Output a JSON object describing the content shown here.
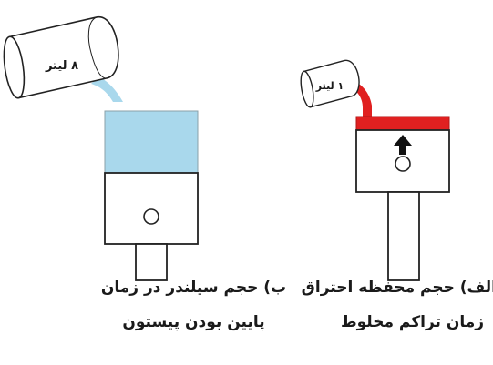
{
  "left_diagram": {
    "container_label": "۸ لیتر",
    "caption_line1": "ب) حجم سیلندر در زمان",
    "caption_line2": "پایین بودن پیستون"
  },
  "right_diagram": {
    "container_label": "۱ لیتر",
    "caption_line1": "الف) حجم محفظه احتراق",
    "caption_line2": "زمان تراکم مخلوط"
  },
  "colors": {
    "water": "#a9d8ec",
    "combustion_fluid": "#e02020",
    "outline": "#222222"
  }
}
